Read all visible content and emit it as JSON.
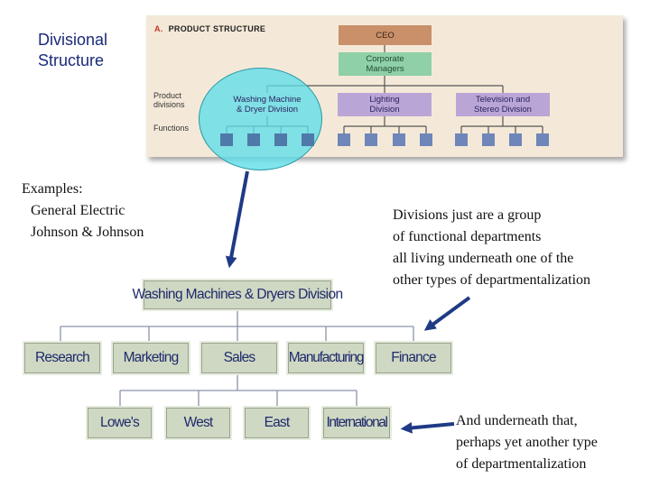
{
  "slide": {
    "title_line1": "Divisional",
    "title_line2": "Structure",
    "examples": [
      "Examples:",
      "General Electric",
      "Johnson & Johnson"
    ],
    "note_divisions": [
      "Divisions just are a group",
      "of functional departments",
      "all living underneath one of the",
      "other types of departmentalization"
    ],
    "note_underneath": [
      "And underneath that,",
      "perhaps yet another type",
      "of departmentalization"
    ]
  },
  "product_structure": {
    "heading_num": "A.",
    "heading": "PRODUCT STRUCTURE",
    "ceo": "CEO",
    "corporate": [
      "Corporate",
      "Managers"
    ],
    "product_divisions_label": [
      "Product",
      "divisions"
    ],
    "functions_label": "Functions",
    "divisions": [
      {
        "line1": "Washing Machine",
        "line2": "& Dryer Division"
      },
      {
        "line1": "Lighting",
        "line2": "Division"
      },
      {
        "line1": "Television and",
        "line2": "Stereo Division"
      }
    ]
  },
  "org_chart": {
    "top": "Washing Machines & Dryers Division",
    "functions": [
      "Research",
      "Marketing",
      "Sales",
      "Manufacturing",
      "Finance"
    ],
    "regions": [
      "Lowe's",
      "West",
      "East",
      "International"
    ]
  },
  "colors": {
    "ceo": "#c9906a",
    "corporate": "#8fd0a8",
    "division": "#b9a6d6",
    "function": "#6e86b9",
    "highlight": "#5ddee8",
    "org_box": "#cfd8c3",
    "org_text": "#1f2a6b"
  }
}
